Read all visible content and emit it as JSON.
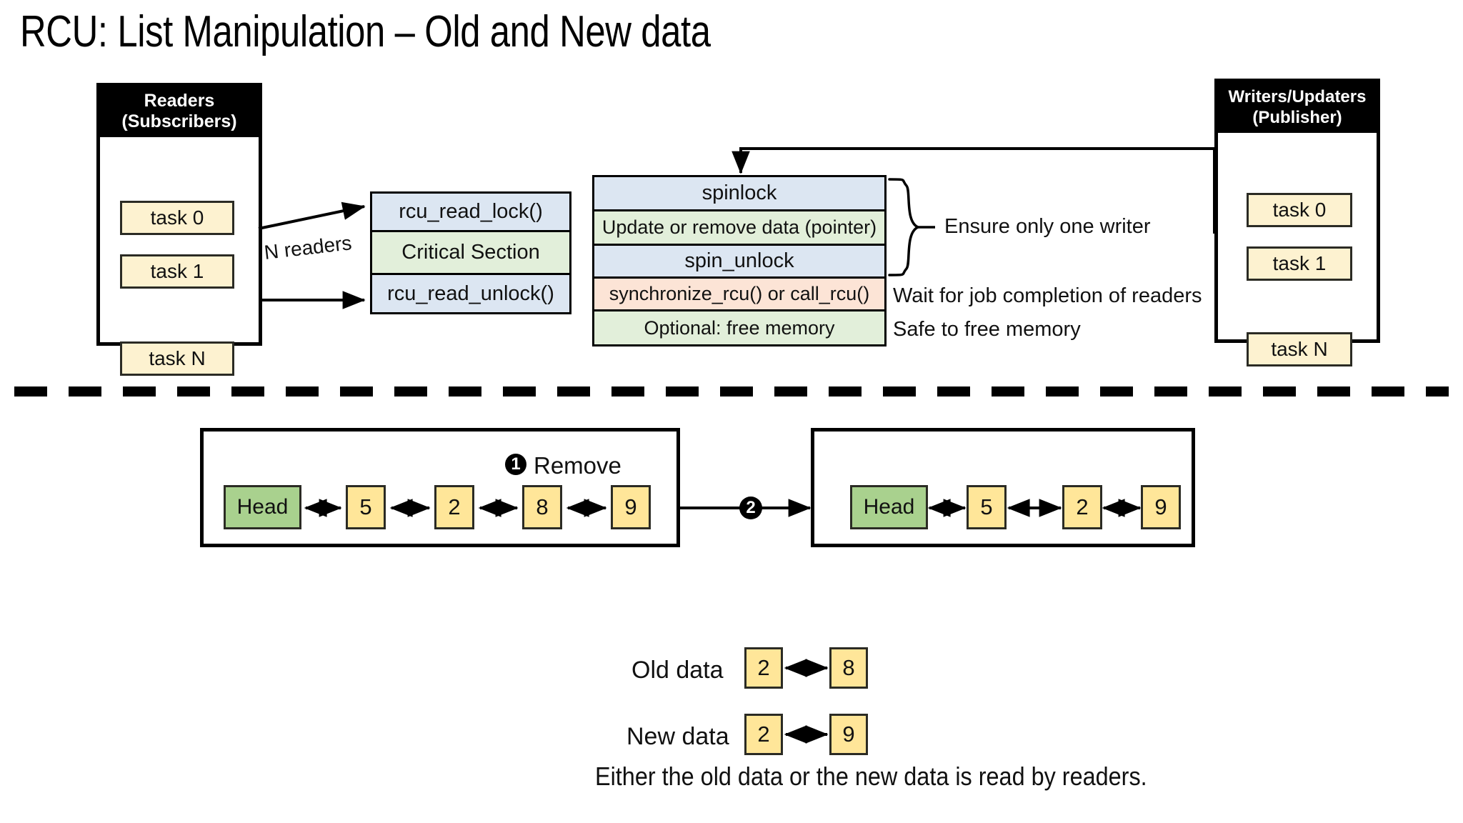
{
  "page": {
    "title": "RCU: List Manipulation – Old and New data"
  },
  "readers_panel": {
    "header_line1": "Readers",
    "header_line2": "(Subscribers)",
    "tasks": [
      "task 0",
      "task 1",
      "task N"
    ]
  },
  "writers_panel": {
    "header_line1": "Writers/Updaters",
    "header_line2": "(Publisher)",
    "tasks": [
      "task 0",
      "task 1",
      "task N"
    ]
  },
  "reader_stack": {
    "rows": [
      {
        "label": "rcu_read_lock()",
        "color": "blue"
      },
      {
        "label": "Critical Section",
        "color": "green"
      },
      {
        "label": "rcu_read_unlock()",
        "color": "blue"
      }
    ]
  },
  "writer_stack": {
    "rows": [
      {
        "label": "spinlock",
        "color": "blue"
      },
      {
        "label": "Update or remove data (pointer)",
        "color": "green"
      },
      {
        "label": "spin_unlock",
        "color": "blue"
      },
      {
        "label": "synchronize_rcu() or call_rcu()",
        "color": "peach"
      },
      {
        "label": "Optional: free memory",
        "color": "green"
      }
    ]
  },
  "annotations": {
    "n_readers": "N readers",
    "ensure_one_writer": "Ensure only one writer",
    "wait_for_readers": "Wait for job completion of readers",
    "safe_to_free": "Safe to free memory"
  },
  "lists": {
    "before": {
      "nodes": [
        "Head",
        "5",
        "2",
        "8",
        "9"
      ],
      "step_badge": "1",
      "step_label": "Remove"
    },
    "after": {
      "nodes": [
        "Head",
        "5",
        "2",
        "9"
      ],
      "step_badge": "2"
    }
  },
  "data_versions": {
    "old": {
      "label": "Old data",
      "nodes": [
        "2",
        "8"
      ]
    },
    "new": {
      "label": "New data",
      "nodes": [
        "2",
        "9"
      ]
    },
    "caption": "Either the old data or the new data is read by readers."
  },
  "colors": {
    "blue": "#dce6f2",
    "green": "#e2efda",
    "peach": "#fce4d6",
    "node_yellow": "#ffe699",
    "head_green": "#a9d18e",
    "task_cream": "#fdf2d0",
    "header_black": "#000000"
  }
}
